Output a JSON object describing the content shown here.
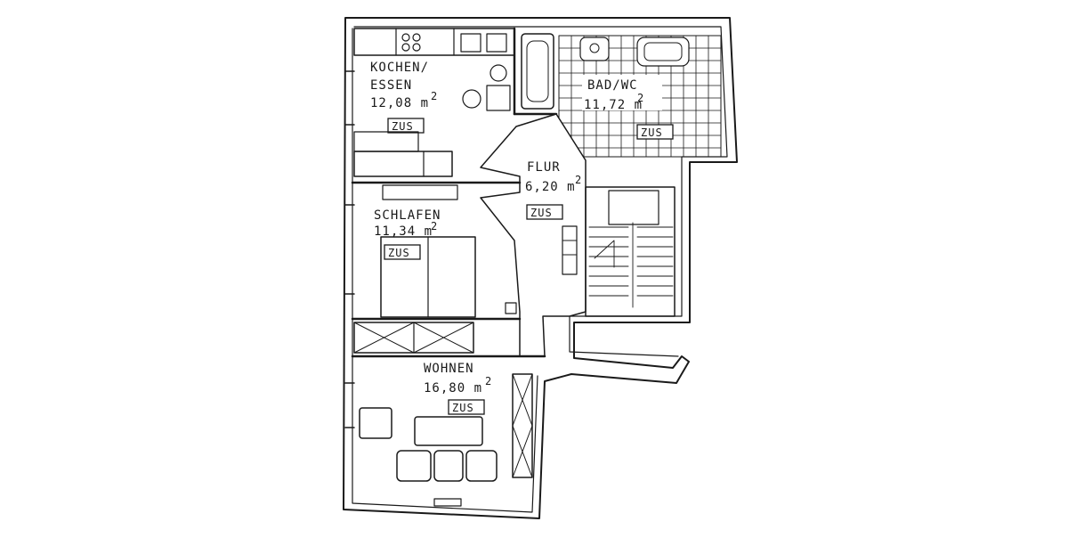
{
  "floorplan": {
    "rooms": [
      {
        "id": "kitchen",
        "label_line1": "KOCHEN/",
        "label_line2": "ESSEN",
        "area": "12,08 m",
        "sup": "2",
        "tag": "ZUS"
      },
      {
        "id": "bath",
        "label_line1": "BAD/WC",
        "area": "11,72 m",
        "sup": "2",
        "tag": "ZUS"
      },
      {
        "id": "hall",
        "label_line1": "FLUR",
        "area": "6,20 m",
        "sup": "2",
        "tag": "ZUS"
      },
      {
        "id": "bedroom",
        "label_line1": "SCHLAFEN",
        "area": "11,34 m",
        "sup": "2",
        "tag": "ZUS"
      },
      {
        "id": "living",
        "label_line1": "WOHNEN",
        "area": "16,80 m",
        "sup": "2",
        "tag": "ZUS"
      }
    ],
    "line_color": "#1a1a1a",
    "background": "#ffffff"
  }
}
